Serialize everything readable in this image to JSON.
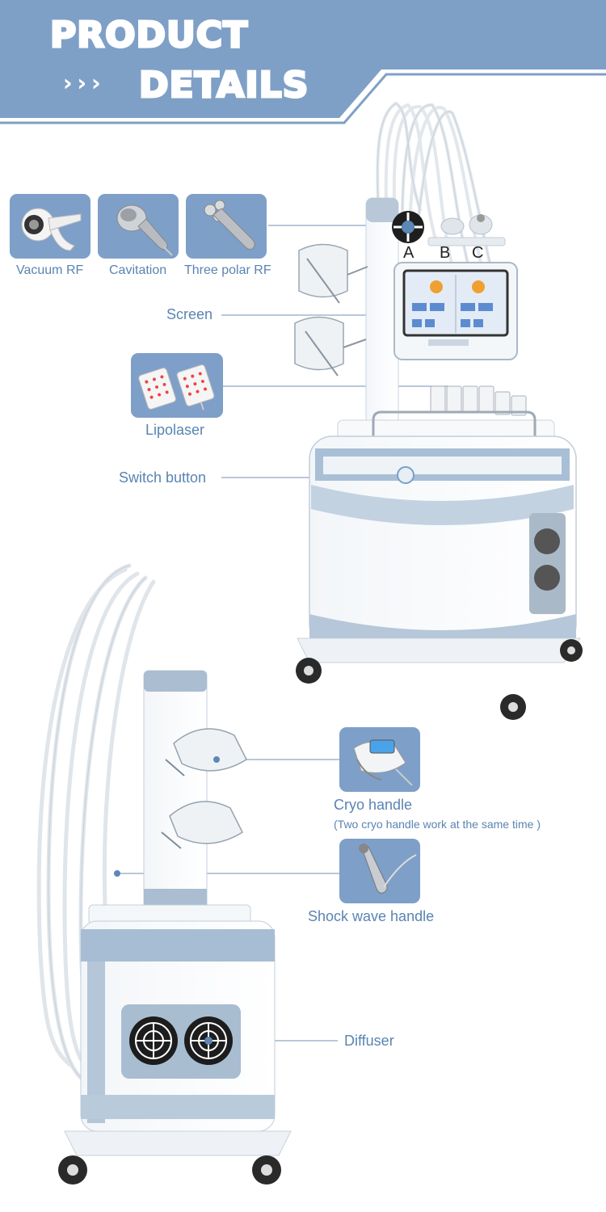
{
  "header": {
    "title_line1": "PRODUCT",
    "title_line2": "DETAILS",
    "chevrons": "›››"
  },
  "handpieces": {
    "vacuum_rf": "Vacuum RF",
    "cavitation": "Cavitation",
    "three_polar_rf": "Three polar RF"
  },
  "letters": {
    "a": "A",
    "b": "B",
    "c": "C"
  },
  "callouts": {
    "screen": "Screen",
    "lipolaser": "Lipolaser",
    "switch_button": "Switch button",
    "cryo_handle": "Cryo handle",
    "cryo_note": "(Two cryo handle work at the same time )",
    "shock_wave_handle": "Shock wave handle",
    "diffuser": "Diffuser"
  },
  "colors": {
    "banner": "#7fa0c6",
    "thumb_bg": "#7e9fc8",
    "label": "#5a84b2",
    "leader_line": "#8fa7c4"
  }
}
